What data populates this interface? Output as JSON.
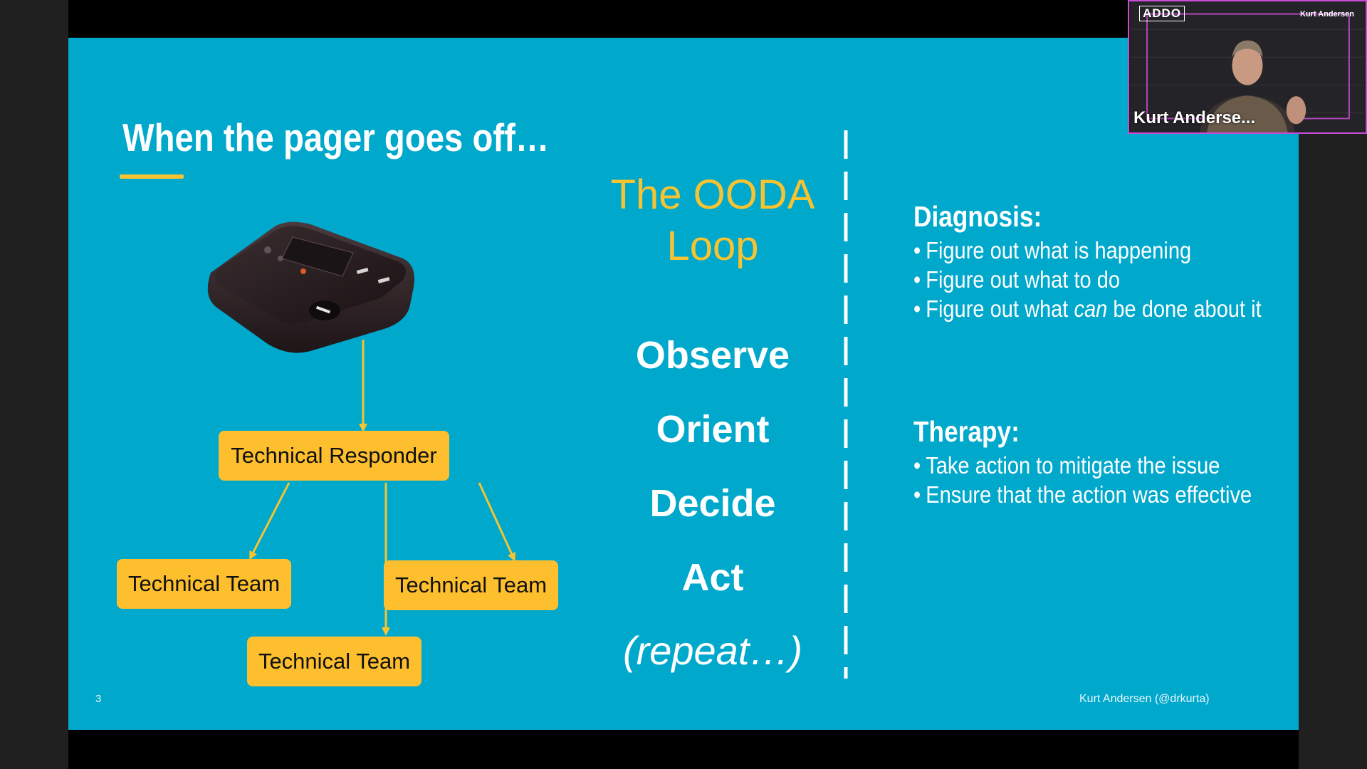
{
  "slide": {
    "title": "When the pager goes off…",
    "page_number": "3",
    "footer_credit": "Kurt Andersen (@drkurta)",
    "colors": {
      "background": "#00a8cc",
      "accent": "#f7c331",
      "box_fill": "#fdbf2e",
      "text": "#ffffff"
    }
  },
  "flow": {
    "responder": "Technical Responder",
    "team_left": "Technical Team",
    "team_right": "Technical Team",
    "team_center": "Technical Team"
  },
  "ooda": {
    "title_line1": "The OODA",
    "title_line2": "Loop",
    "steps": [
      "Observe",
      "Orient",
      "Decide",
      "Act"
    ],
    "repeat": "(repeat…)"
  },
  "diagnosis": {
    "heading": "Diagnosis",
    "items": [
      "Figure out what is happening",
      "Figure out what to do"
    ],
    "item3_prefix": "Figure out what ",
    "item3_emphasis": "can",
    "item3_suffix": " be done about it"
  },
  "therapy": {
    "heading": "Therapy",
    "items": [
      "Take action to mitigate the issue",
      "Ensure that the action was effective"
    ]
  },
  "webcam": {
    "logo": "ADDO",
    "header_name": "Kurt Andersen",
    "participant_name": "Kurt Anderse..."
  }
}
